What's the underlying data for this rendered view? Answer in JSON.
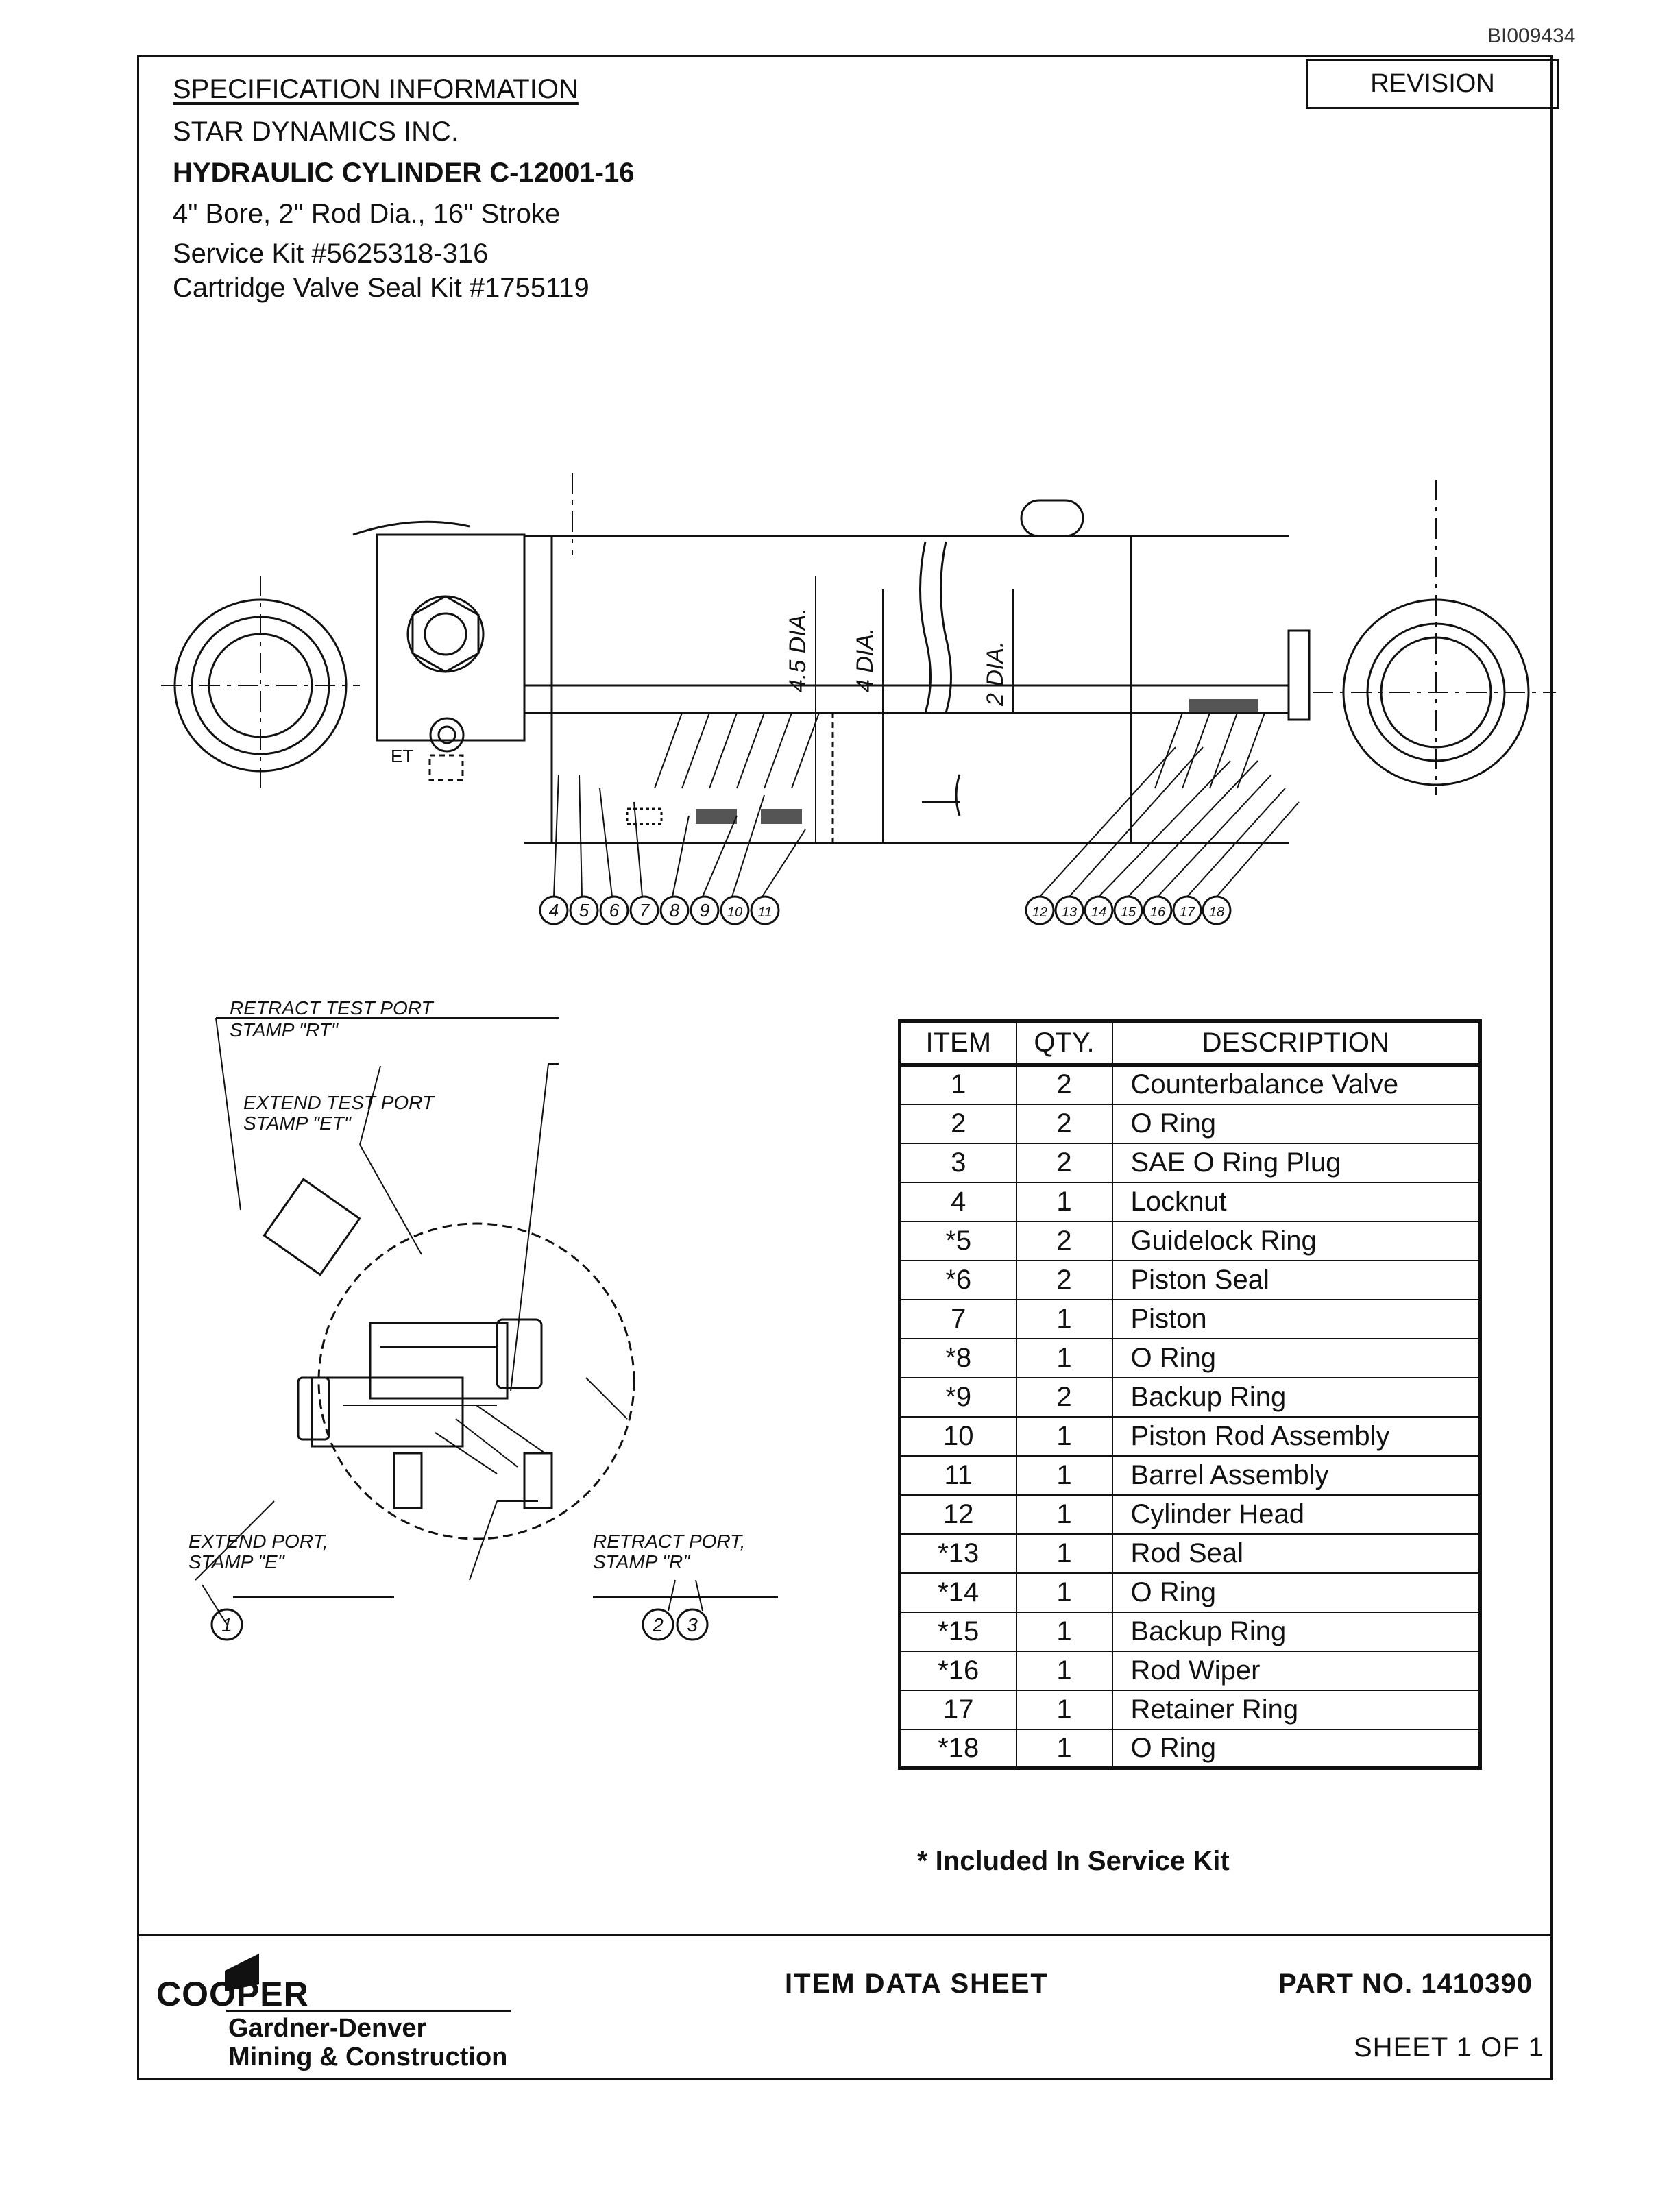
{
  "document_id": "BI009434",
  "revision_label": "REVISION",
  "spec": {
    "heading": "SPECIFICATION INFORMATION",
    "company": "STAR DYNAMICS INC.",
    "title": "HYDRAULIC CYLINDER  C-12001-16",
    "dimensions": "4\" Bore, 2\" Rod Dia., 16\" Stroke",
    "service_kit": "Service Kit #5625318-316",
    "valve_kit": "Cartridge Valve Seal Kit #1755119"
  },
  "drawing": {
    "dim_labels": [
      "4.5 DIA.",
      "4 DIA.",
      "2 DIA."
    ],
    "port_mark": "ET",
    "left_callouts": [
      "4",
      "5",
      "6",
      "7",
      "8",
      "9",
      "10",
      "11"
    ],
    "right_callouts": [
      "12",
      "13",
      "14",
      "15",
      "16",
      "17",
      "18"
    ],
    "valve_labels": {
      "retract_test_port": "RETRACT TEST PORT",
      "retract_test_stamp": "STAMP \"RT\"",
      "extend_test_port": "EXTEND TEST PORT",
      "extend_test_stamp": "STAMP \"ET\"",
      "extend_port": "EXTEND PORT,",
      "extend_stamp": "STAMP \"E\"",
      "retract_port": "RETRACT PORT,",
      "retract_stamp": "STAMP \"R\""
    },
    "valve_callouts": [
      "1",
      "2",
      "3"
    ]
  },
  "parts_table": {
    "headers": [
      "ITEM",
      "QTY.",
      "DESCRIPTION"
    ],
    "rows": [
      {
        "item": "1",
        "qty": "2",
        "description": "Counterbalance Valve"
      },
      {
        "item": "2",
        "qty": "2",
        "description": "O Ring"
      },
      {
        "item": "3",
        "qty": "2",
        "description": "SAE O Ring Plug"
      },
      {
        "item": "4",
        "qty": "1",
        "description": "Locknut"
      },
      {
        "item": "*5",
        "qty": "2",
        "description": "Guidelock Ring"
      },
      {
        "item": "*6",
        "qty": "2",
        "description": "Piston Seal"
      },
      {
        "item": "7",
        "qty": "1",
        "description": "Piston"
      },
      {
        "item": "*8",
        "qty": "1",
        "description": "O Ring"
      },
      {
        "item": "*9",
        "qty": "2",
        "description": "Backup Ring"
      },
      {
        "item": "10",
        "qty": "1",
        "description": "Piston Rod Assembly"
      },
      {
        "item": "11",
        "qty": "1",
        "description": "Barrel Assembly"
      },
      {
        "item": "12",
        "qty": "1",
        "description": "Cylinder Head"
      },
      {
        "item": "*13",
        "qty": "1",
        "description": "Rod Seal"
      },
      {
        "item": "*14",
        "qty": "1",
        "description": "O Ring"
      },
      {
        "item": "*15",
        "qty": "1",
        "description": "Backup Ring"
      },
      {
        "item": "*16",
        "qty": "1",
        "description": "Rod Wiper"
      },
      {
        "item": "17",
        "qty": "1",
        "description": "Retainer Ring"
      },
      {
        "item": "*18",
        "qty": "1",
        "description": "O Ring"
      }
    ]
  },
  "kit_note": "* Included In Service Kit",
  "footer": {
    "brand": "COOPER",
    "division_line1": "Gardner-Denver",
    "division_line2": "Mining & Construction",
    "sheet_type": "ITEM  DATA  SHEET",
    "part_number": "PART  NO. 1410390",
    "sheet_count": "SHEET 1 OF 1"
  }
}
